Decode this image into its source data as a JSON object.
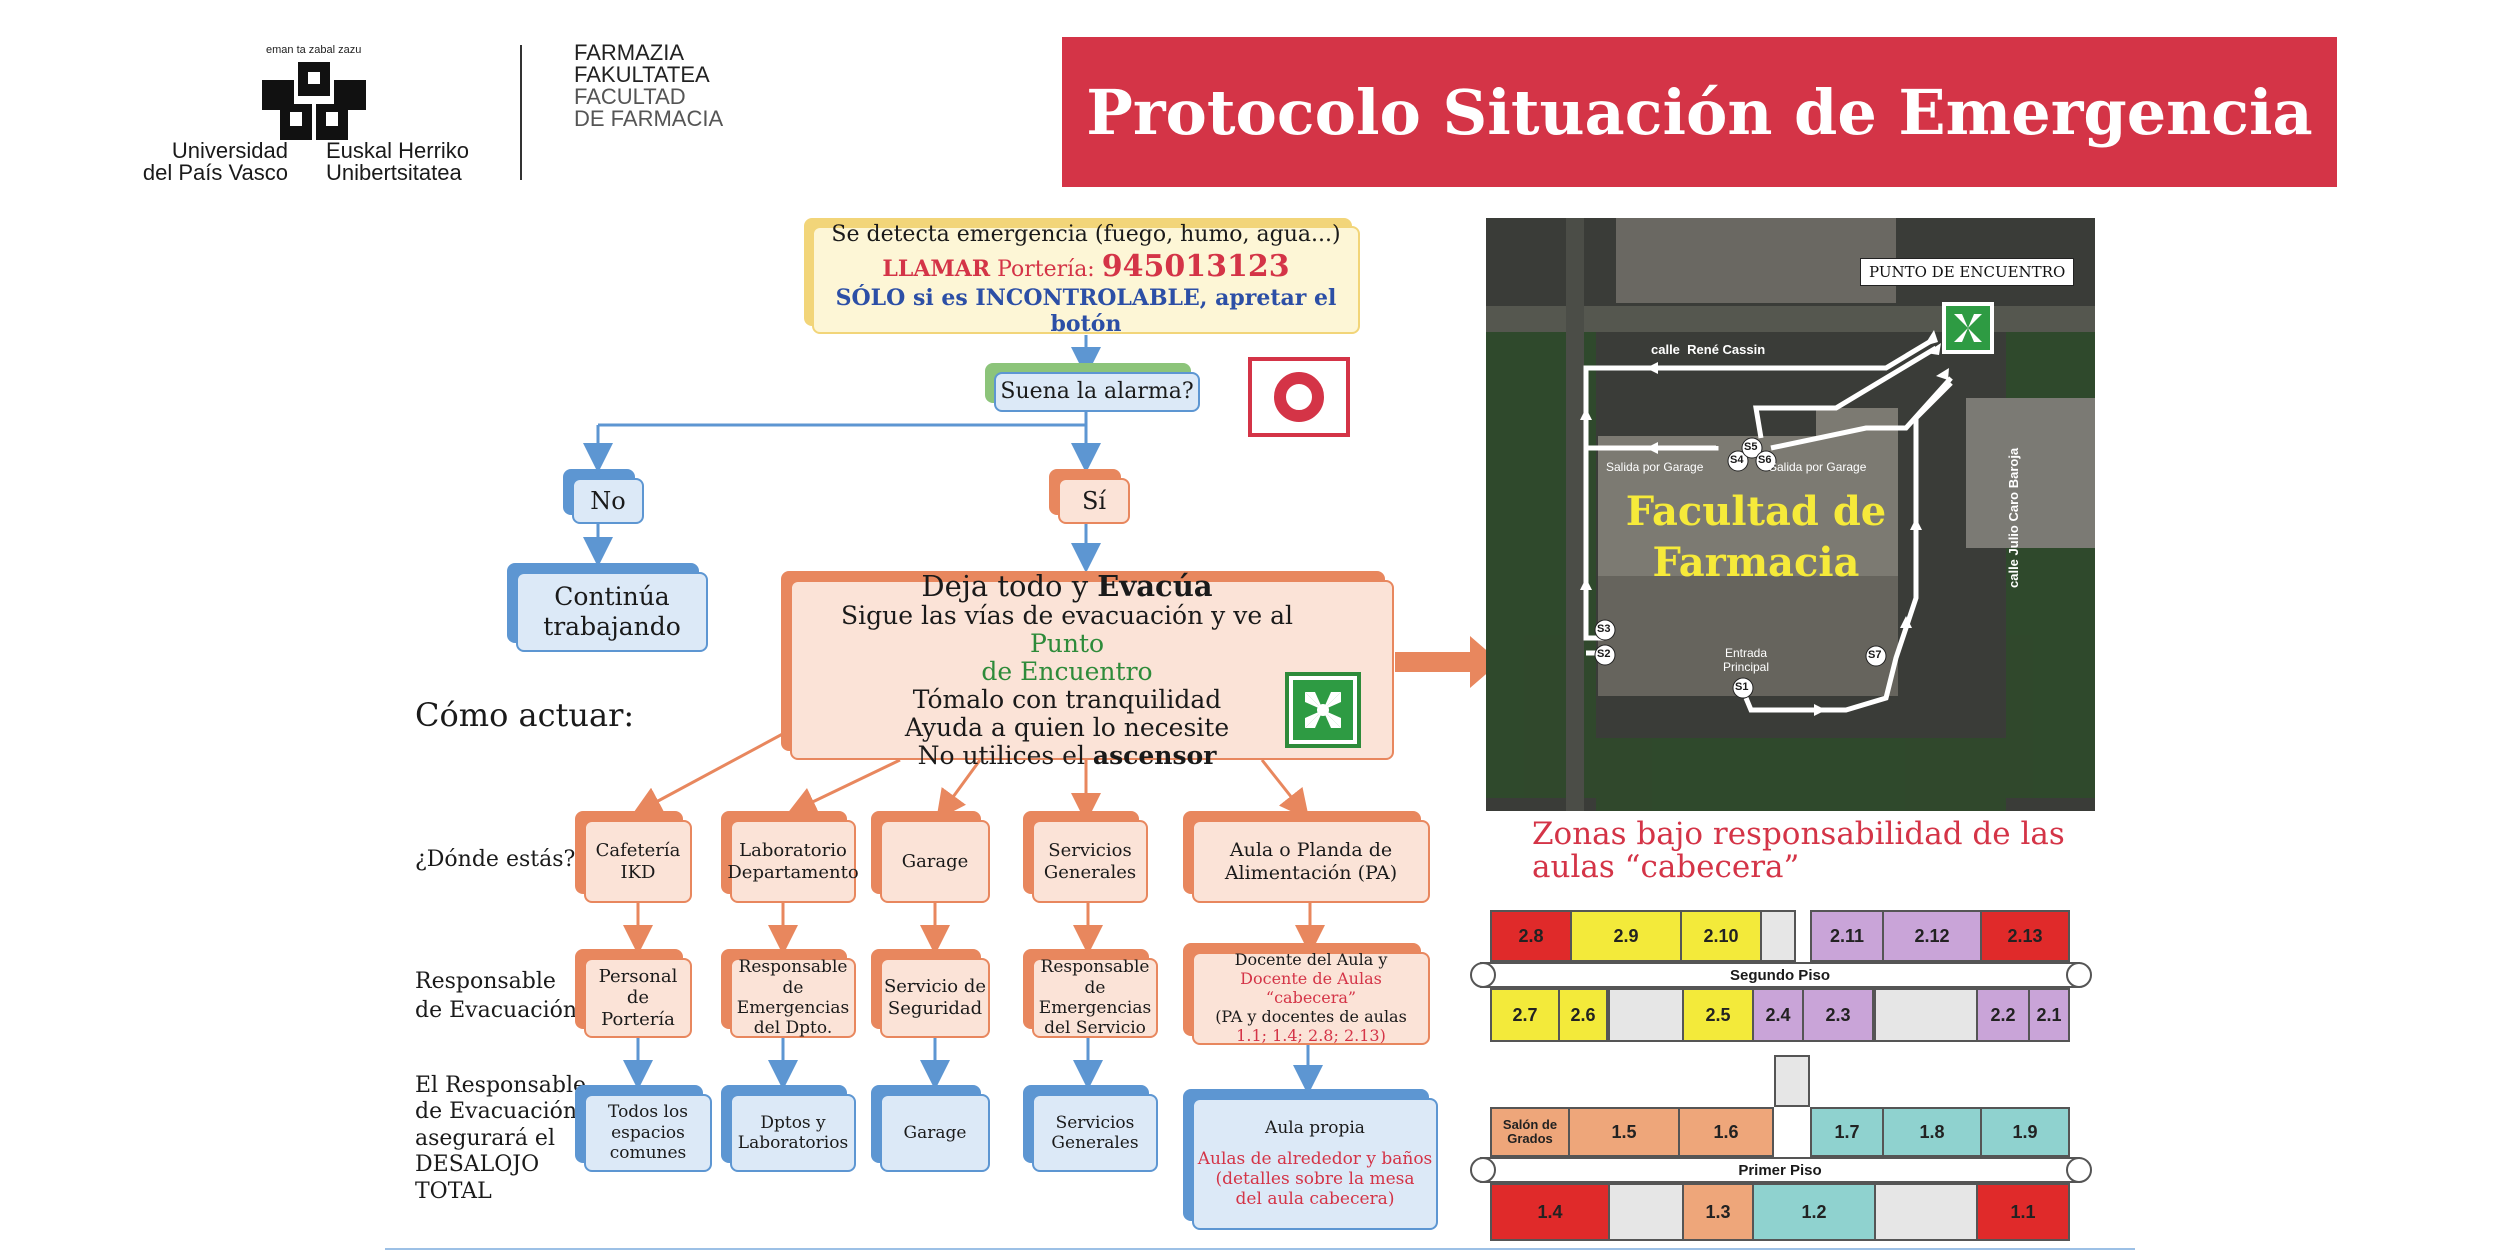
{
  "header": {
    "upv_motto": "eman ta zabal zazu",
    "upv_name_es_1": "Universidad",
    "upv_name_es_2": "del País Vasco",
    "upv_name_eu_1": "Euskal Herriko",
    "upv_name_eu_2": "Unibertsitatea",
    "faculty_eu_1": "FARMAZIA",
    "faculty_eu_2": "FAKULTATEA",
    "faculty_es_1": "FACULTAD",
    "faculty_es_2": "DE FARMACIA",
    "title": "Protocolo Situación de Emergencia"
  },
  "flow": {
    "detect_line": "Se detecta emergencia (fuego, humo, agua...)",
    "call_word": "LLAMAR",
    "call_place": "Portería:",
    "phone": "945013123",
    "only_if": "SÓLO si es INCONTROLABLE, apretar el botón",
    "alarm_question": "Suena la alarma?",
    "no": "No",
    "si": "Sí",
    "continue_1": "Continúa",
    "continue_2": "trabajando",
    "evac_title_a": "Deja todo y ",
    "evac_title_b": "Evacúa",
    "evac_line1_a": "Sigue las vías de evacuación y ve al ",
    "evac_line1_b": "Punto",
    "evac_line2": "de Encuentro",
    "evac_line3": "Tómalo con tranquilidad",
    "evac_line4": "Ayuda a quien lo necesite",
    "evac_line5_a": "No utilices el ",
    "evac_line5_b": "ascensor",
    "como_actuar": "Cómo actuar:"
  },
  "rows": {
    "where_label": "¿Dónde estás?",
    "responsible_label_1": "Responsable",
    "responsible_label_2": "de Evacuación",
    "ensure_label_1": "El Responsable",
    "ensure_label_2": "de Evacuación",
    "ensure_label_3": "asegurará el",
    "ensure_label_4": "DESALOJO",
    "ensure_label_5": "TOTAL"
  },
  "columns": [
    {
      "where_1": "Cafetería",
      "where_2": "IKD",
      "resp_1": "Personal de",
      "resp_2": "Portería",
      "area_1": "Todos los",
      "area_2": "espacios",
      "area_3": "comunes"
    },
    {
      "where_1": "Laboratorio",
      "where_2": "Departamento",
      "resp_1": "Responsable",
      "resp_2": "de Emergencias",
      "resp_3": "del Dpto.",
      "area_1": "Dptos y",
      "area_2": "Laboratorios"
    },
    {
      "where_1": "Garage",
      "resp_1": "Servicio de",
      "resp_2": "Seguridad",
      "area_1": "Garage"
    },
    {
      "where_1": "Servicios",
      "where_2": "Generales",
      "resp_1": "Responsable",
      "resp_2": "de Emergencias",
      "resp_3": "del Servicio",
      "area_1": "Servicios",
      "area_2": "Generales"
    },
    {
      "where_1": "Aula o Planda de",
      "where_2": "Alimentación (PA)",
      "resp_1": "Docente del Aula y",
      "resp_2": "Docente de Aulas “cabecera”",
      "resp_3": "(PA y docentes de aulas",
      "resp_4": "1.1; 1.4; 2.8; 2.13)",
      "area_1": "Aula propia",
      "area_2": "Aulas de alrededor y baños",
      "area_3": "(detalles sobre la mesa",
      "area_4": "del aula cabecera)"
    }
  ],
  "map": {
    "meeting_point": "PUNTO DE ENCUENTRO",
    "street_top": "calle  René Cassin",
    "street_right": "calle Julio Caro Baroja",
    "building_1": "Facultad de",
    "building_2": "Farmacia",
    "exit_garage": "Salida por Garage",
    "main_entrance_1": "Entrada",
    "main_entrance_2": "Principal",
    "exits": [
      "S1",
      "S2",
      "S3",
      "S4",
      "S5",
      "S6",
      "S7"
    ]
  },
  "zones": {
    "title_1": "Zonas bajo responsabilidad de las",
    "title_2": "aulas “cabecera”",
    "second_floor": "Segundo Piso",
    "first_floor": "Primer Piso",
    "f2_top": [
      "2.8",
      "2.9",
      "2.10",
      "2.11",
      "2.12",
      "2.13"
    ],
    "f2_bottom": [
      "2.7",
      "2.6",
      "2.5",
      "2.4",
      "2.3",
      "2.2",
      "2.1"
    ],
    "f1_top": [
      "Salón de Grados",
      "1.5",
      "1.6",
      "1.7",
      "1.8",
      "1.9"
    ],
    "f1_bottom": [
      "1.4",
      "1.3",
      "1.2",
      "1.1"
    ]
  },
  "colors": {
    "banner": "#d43447",
    "orange_box": "#fbe3d7",
    "blue_box": "#dce9f7",
    "phone_red": "#d43447",
    "incontrolable_blue": "#2c4fa6",
    "green_text": "#2e8b3a"
  },
  "icons": [
    "upv-logo-icon",
    "alarm-button-icon",
    "assembly-point-icon"
  ]
}
